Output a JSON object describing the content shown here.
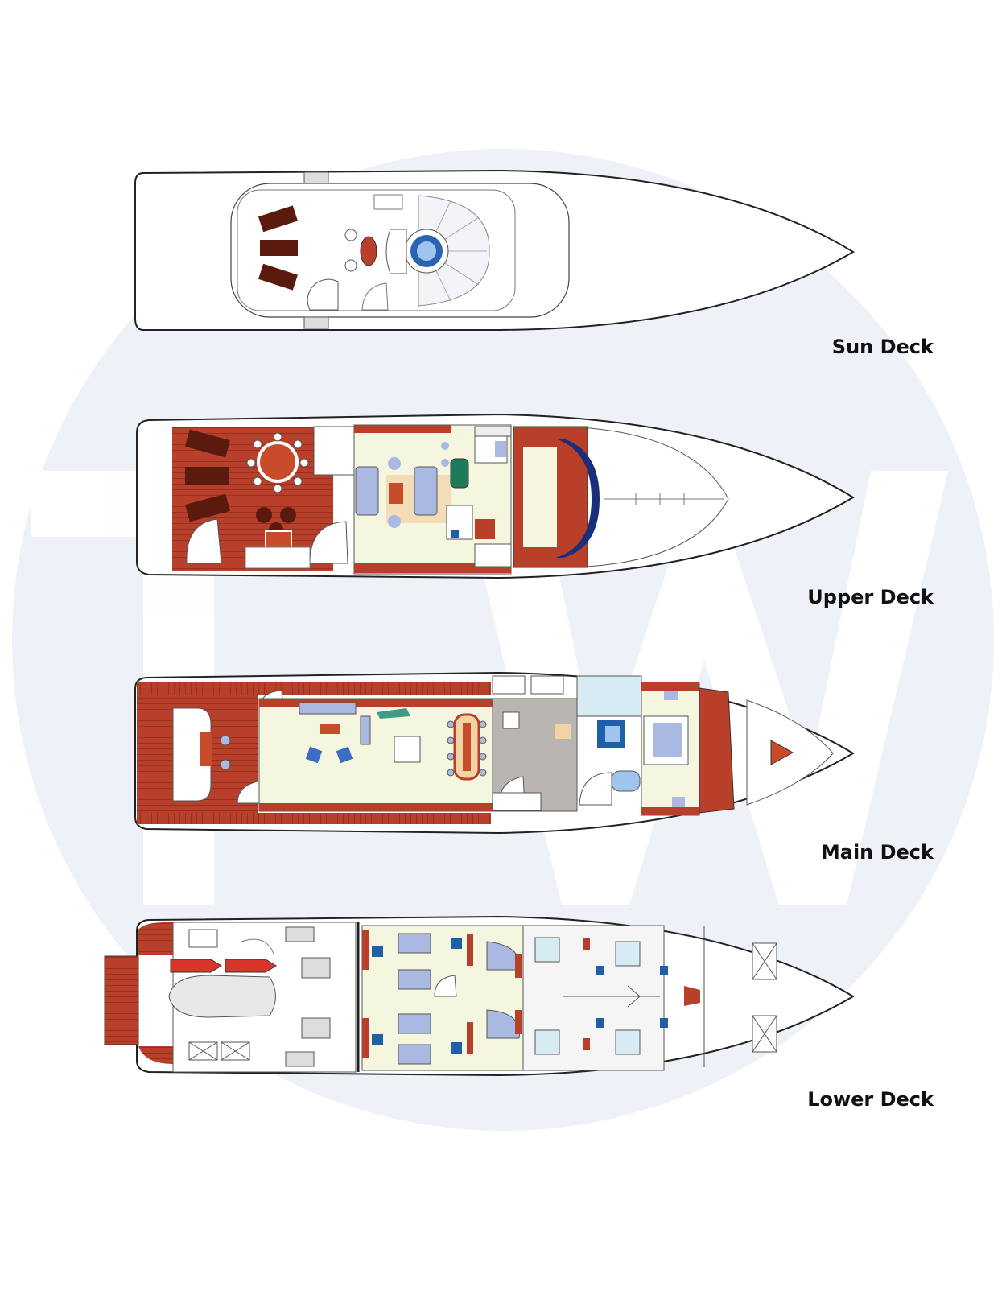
{
  "decks": {
    "sun": "Sun Deck",
    "upper": "Upper Deck",
    "main": "Main Deck",
    "lower": "Lower Deck"
  },
  "watermark": "TW",
  "colors": {
    "teak": "#b8402a",
    "teak_dark": "#6e1c10",
    "furniture": "#5a1a0e",
    "interior": "#f4f6df",
    "sofa": "#aab9e2",
    "glass": "#d7ecf2",
    "bath_blue": "#1f5fa8",
    "grey_floor": "#b9b6b1",
    "watermark": "#eef1f7",
    "outline": "#222222"
  }
}
